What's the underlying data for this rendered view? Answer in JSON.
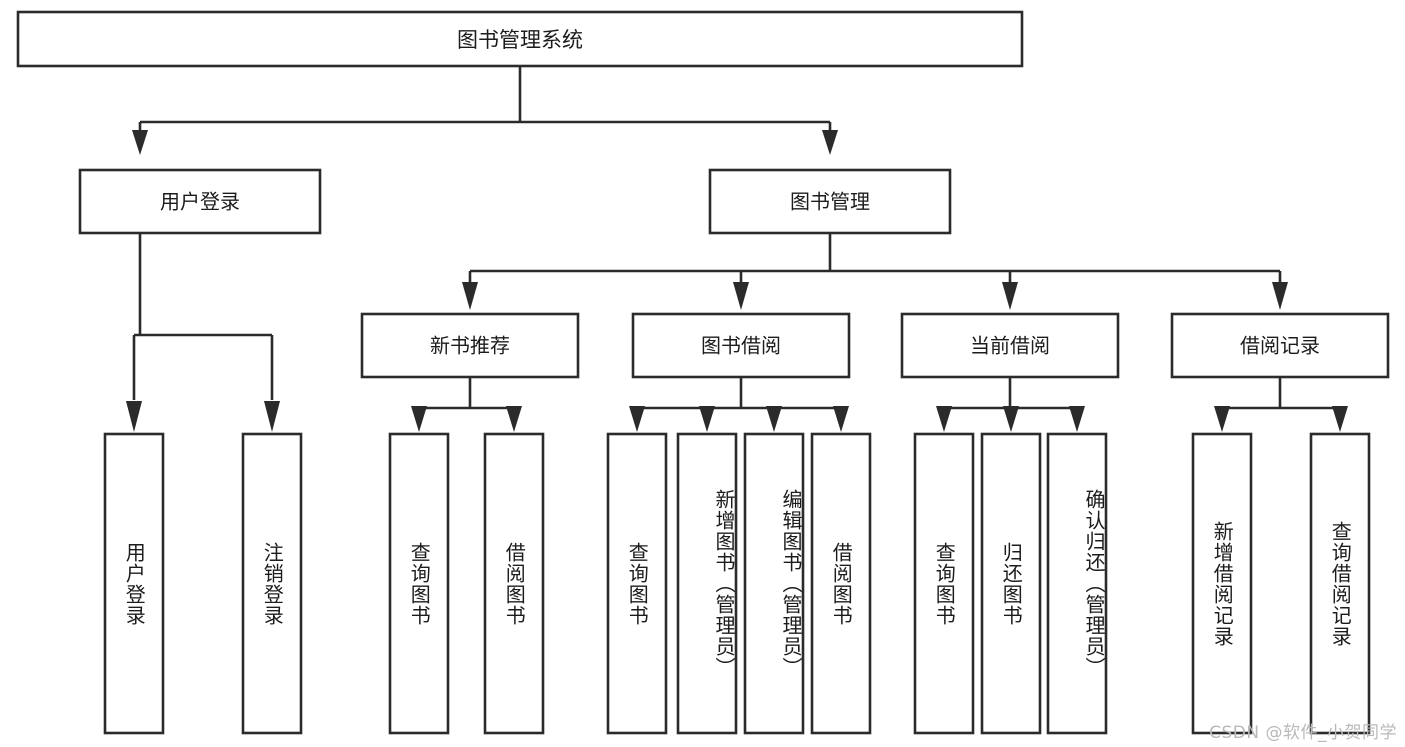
{
  "diagram": {
    "title": "图书管理系统",
    "type": "tree-hierarchy",
    "watermark": "CSDN @软件_小贺同学",
    "colors": {
      "stroke": "#2b2b2b",
      "fill": "#ffffff",
      "text": "#1c1c1c",
      "watermark": "#b9b9b9",
      "background": "#ffffff"
    },
    "root": {
      "label": "图书管理系统"
    },
    "level1": [
      {
        "label": "用户登录"
      },
      {
        "label": "图书管理"
      }
    ],
    "level2": [
      {
        "label": "新书推荐"
      },
      {
        "label": "图书借阅"
      },
      {
        "label": "当前借阅"
      },
      {
        "label": "借阅记录"
      }
    ],
    "leaves": {
      "user_login": [
        {
          "label": "用户登录"
        },
        {
          "label": "注销登录"
        }
      ],
      "new_book_recommend": [
        {
          "label": "查询图书"
        },
        {
          "label": "借阅图书"
        }
      ],
      "book_borrow": [
        {
          "label": "查询图书"
        },
        {
          "label": "新增图书（管理员）"
        },
        {
          "label": "编辑图书（管理员）"
        },
        {
          "label": "借阅图书"
        }
      ],
      "current_borrow": [
        {
          "label": "查询图书"
        },
        {
          "label": "归还图书"
        },
        {
          "label": "确认归还（管理员）"
        }
      ],
      "borrow_record": [
        {
          "label": "新增借阅记录"
        },
        {
          "label": "查询借阅记录"
        }
      ]
    }
  }
}
